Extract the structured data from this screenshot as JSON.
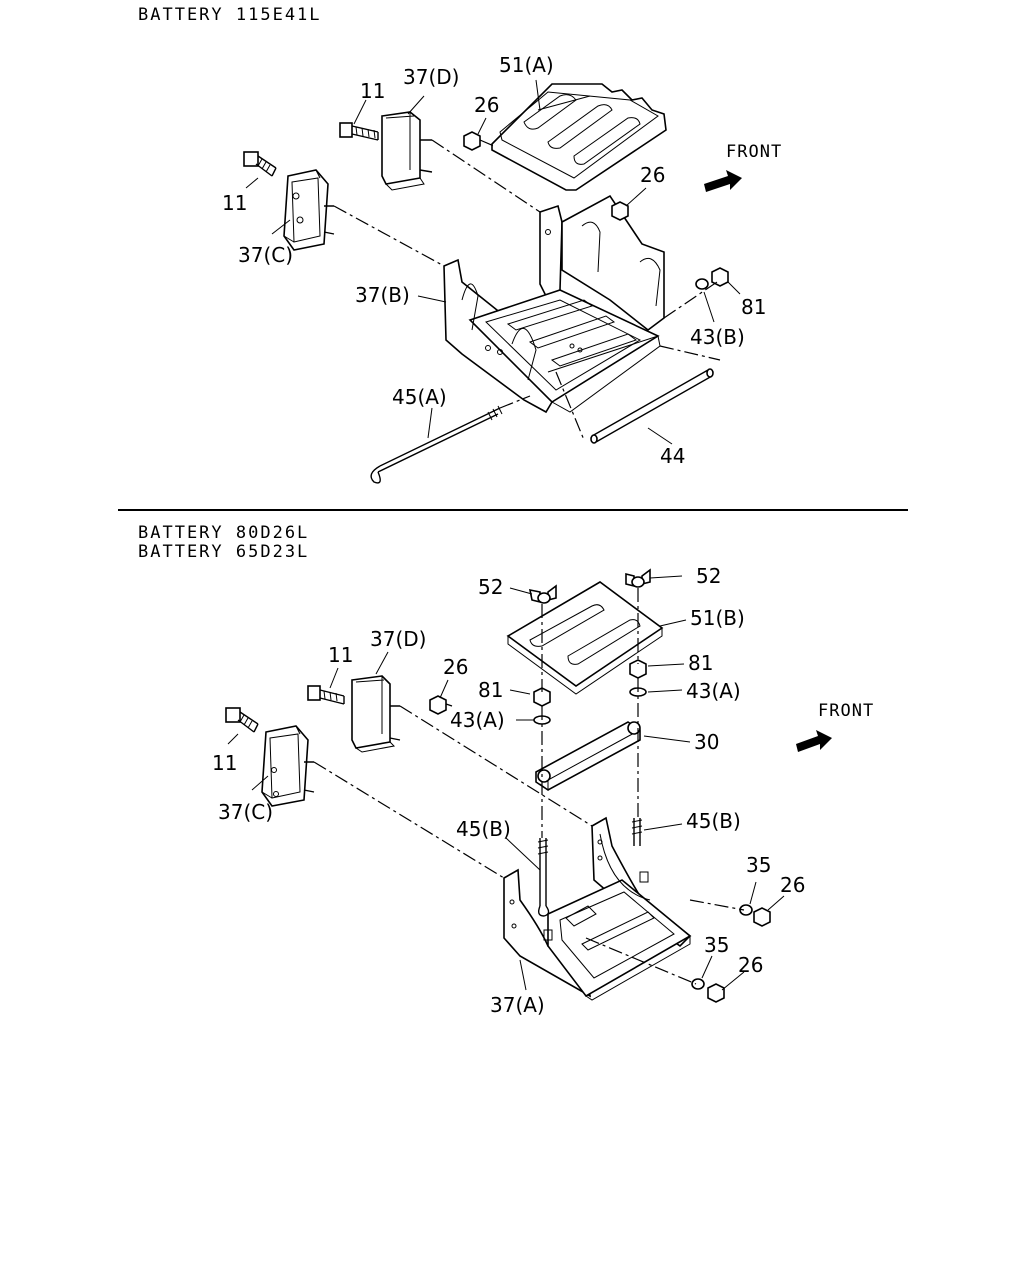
{
  "titles": {
    "top": "BATTERY 115E41L",
    "bottom_1": "BATTERY 80D26L",
    "bottom_2": "BATTERY 65D23L"
  },
  "front_label": "FRONT",
  "top_labels": {
    "p11a": "11",
    "p37d": "37(D)",
    "p51a": "51(A)",
    "p26a": "26",
    "p26b": "26",
    "p11b": "11",
    "p37c": "37(C)",
    "p37b": "37(B)",
    "p81": "81",
    "p43b": "43(B)",
    "p45a": "45(A)",
    "p44": "44"
  },
  "bottom_labels": {
    "p52a": "52",
    "p52b": "52",
    "p51b": "51(B)",
    "p11a": "11",
    "p37d": "37(D)",
    "p26a": "26",
    "p81a": "81",
    "p81b": "81",
    "p43a1": "43(A)",
    "p43a2": "43(A)",
    "p30": "30",
    "p11b": "11",
    "p37c": "37(C)",
    "p45b1": "45(B)",
    "p45b2": "45(B)",
    "p35a": "35",
    "p26b": "26",
    "p35b": "35",
    "p26c": "26",
    "p37a": "37(A)"
  }
}
